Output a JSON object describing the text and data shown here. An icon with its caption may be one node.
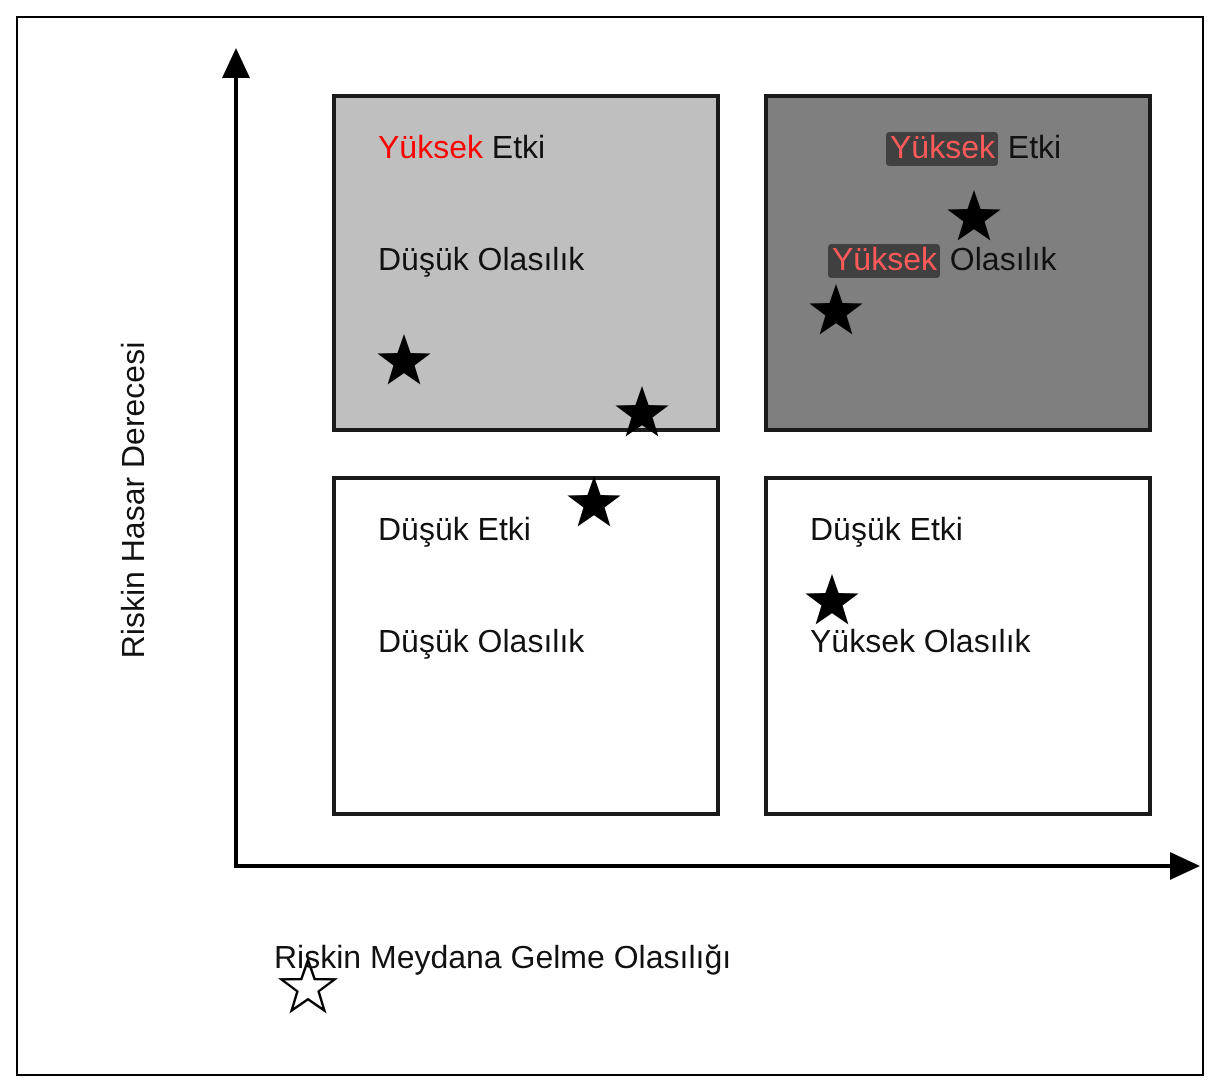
{
  "diagram": {
    "nodes": [
      {
        "text": [
          "Yüksek Etki",
          "Düşük Olasılık"
        ]
      },
      {
        "text": [
          "Yüksek Etki",
          "Yüksek Olasılık"
        ]
      },
      {
        "text": [
          "Düşük Etki",
          "Düşük Olasılık"
        ]
      },
      {
        "text": [
          "Düşük Etki",
          "Yüksek Olasılık"
        ]
      }
    ],
    "labels": [
      "Riskin Hasar Derecesi",
      "Riskin Meydana Gelme Olasılığı"
    ]
  }
}
